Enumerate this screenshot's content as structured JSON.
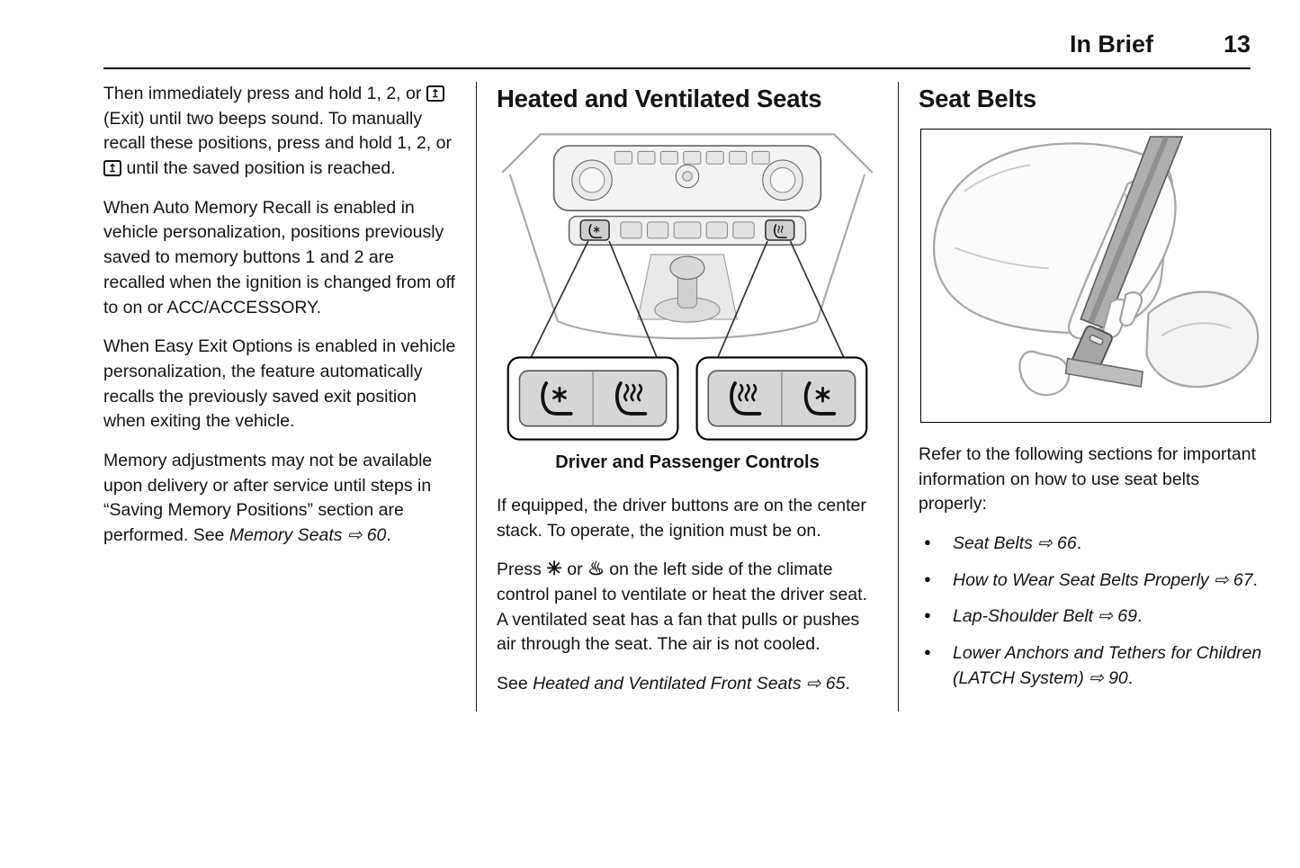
{
  "header": {
    "title": "In Brief",
    "page_number": "13"
  },
  "icons": {
    "exit-icon": "↥",
    "ventilated-seat-icon": "✳",
    "heated-seat-icon": "♨"
  },
  "left_column": {
    "paragraphs": [
      {
        "runs": [
          {
            "t": "Then immediately press and hold 1, 2, or "
          },
          {
            "icon": "exit-icon"
          },
          {
            "t": " (Exit) until two beeps sound. To manually recall these positions, press and hold 1, 2, or "
          },
          {
            "icon": "exit-icon"
          },
          {
            "t": " until the saved position is reached."
          }
        ]
      },
      {
        "runs": [
          {
            "t": "When Auto Memory Recall is enabled in vehicle personalization, positions previously saved to memory buttons 1 and 2 are recalled when the ignition is changed from off to on or ACC/ACCESSORY."
          }
        ]
      },
      {
        "runs": [
          {
            "t": "When Easy Exit Options is enabled in vehicle personalization, the feature automatically recalls the previously saved exit position when exiting the vehicle."
          }
        ]
      },
      {
        "runs": [
          {
            "t": "Memory adjustments may not be available upon delivery or after service until steps in “Saving Memory Positions” section are performed. See "
          },
          {
            "t": "Memory Seats ⇨ 60",
            "i": true
          },
          {
            "t": "."
          }
        ]
      }
    ]
  },
  "middle_column": {
    "heading": "Heated and Ventilated Seats",
    "figure_caption": "Driver and Passenger Controls",
    "paragraphs": [
      {
        "runs": [
          {
            "t": "If equipped, the driver buttons are on the center stack. To operate, the ignition must be on."
          }
        ]
      },
      {
        "runs": [
          {
            "t": "Press "
          },
          {
            "icon": "ventilated-seat-icon"
          },
          {
            "t": " or "
          },
          {
            "icon": "heated-seat-icon"
          },
          {
            "t": " on the left side of the climate control panel to ventilate or heat the driver seat. A ventilated seat has a fan that pulls or pushes air through the seat. The air is not cooled."
          }
        ]
      },
      {
        "runs": [
          {
            "t": "See "
          },
          {
            "t": "Heated and Ventilated Front Seats ⇨ 65",
            "i": true
          },
          {
            "t": "."
          }
        ]
      }
    ]
  },
  "right_column": {
    "heading": "Seat Belts",
    "intro": "Refer to the following sections for important information on how to use seat belts properly:",
    "bullets": [
      {
        "runs": [
          {
            "t": "Seat Belts ⇨ 66",
            "i": true
          },
          {
            "t": "."
          }
        ]
      },
      {
        "runs": [
          {
            "t": "How to Wear Seat Belts Properly ⇨ 67",
            "i": true
          },
          {
            "t": "."
          }
        ]
      },
      {
        "runs": [
          {
            "t": "Lap-Shoulder Belt ⇨ 69",
            "i": true
          },
          {
            "t": "."
          }
        ]
      },
      {
        "runs": [
          {
            "t": "Lower Anchors and Tethers for Children (LATCH System) ⇨ 90",
            "i": true
          },
          {
            "t": "."
          }
        ]
      }
    ]
  }
}
